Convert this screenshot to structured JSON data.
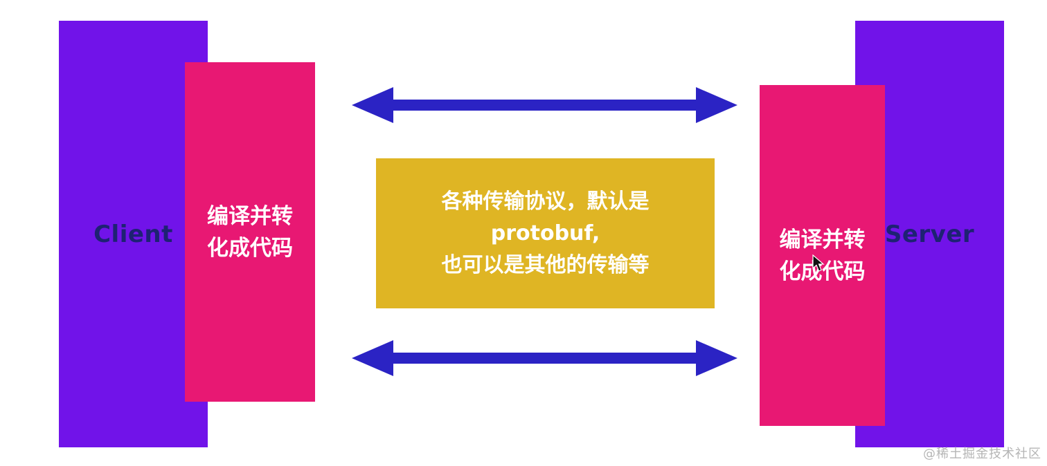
{
  "diagram": {
    "client": {
      "label": "Client",
      "codegen_line1": "编译并转",
      "codegen_line2": "化成代码"
    },
    "server": {
      "label": "Server",
      "codegen_line1": "编译并转",
      "codegen_line2": "化成代码"
    },
    "protocol": {
      "line1": "各种传输协议，默认是",
      "line2": "protobuf,",
      "line3": "也可以是其他的传输等"
    },
    "watermark": "@稀土掘金技术社区",
    "colors": {
      "endpoint_fill": "#7113e9",
      "codegen_fill": "#e81873",
      "arrow": "#2b23c4",
      "protocol_fill": "#dfb524",
      "endpoint_text": "#1e2273",
      "box_text": "#ffffff",
      "watermark_text": "#b5b5b5"
    }
  }
}
